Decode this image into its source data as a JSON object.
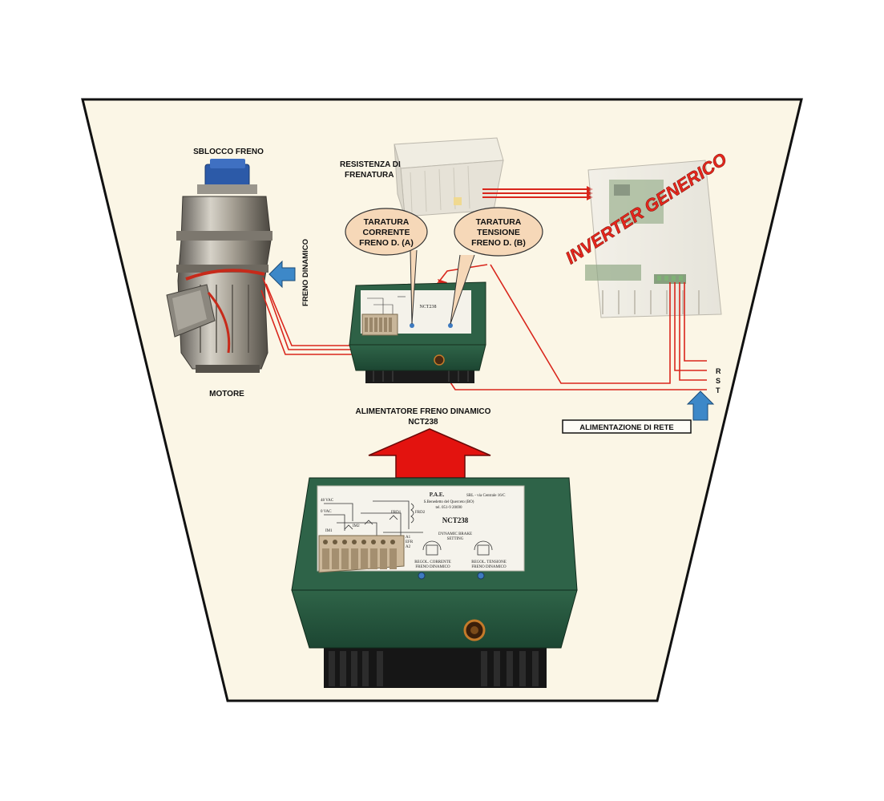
{
  "labels": {
    "brake_release": "SBLOCCO FRENO",
    "braking_resistor_1": "RESISTENZA DI",
    "braking_resistor_2": "FRENATURA",
    "motor": "MOTORE",
    "dynamic_brake_vertical": "FRENO DINAMICO",
    "inverter": "INVERTER GENERICO",
    "power_supply_1": "ALIMENTATORE FRENO DINAMICO",
    "power_supply_2": "NCT238",
    "mains_supply": "ALIMENTAZIONE DI RETE",
    "phase_r": "R",
    "phase_s": "S",
    "phase_t": "T"
  },
  "bubbles": {
    "current_1": "TARATURA",
    "current_2": "CORRENTE",
    "current_3": "FRENO D. (A)",
    "voltage_1": "TARATURA",
    "voltage_2": "TENSIONE",
    "voltage_3": "FRENO D. (B)"
  },
  "plate": {
    "company": "P.A.E.",
    "company_line": "SRL - via Centrale 16/C",
    "address": "S.Benedetto del Querceto (BO)",
    "phone": "tel. 051-9 20690",
    "model": "NCT238",
    "vac48": "48 VAC",
    "vac0": "0 VAC",
    "im1": "IM1",
    "im2": "IM2",
    "frd1": "FRD1",
    "frd2": "FRD2",
    "a1": "A1",
    "efr": "EFR",
    "a2": "A2",
    "setting_1": "DYNAMIC BRAKE",
    "setting_2": "SETTING",
    "current_label_1": "REGOL. CORRENTE",
    "current_label_2": "FRENO DINAMICO",
    "voltage_label_1": "REGOL. TENSIONE",
    "voltage_label_2": "FRENO DINAMICO"
  },
  "colors": {
    "panel_bg": "#fbf6e6",
    "wire_red": "#d9261c",
    "arrow_blue": "#3d88c8",
    "arrow_red": "#e3130f",
    "bubble_fill": "#f6d8b8",
    "case_green": "#24533c"
  }
}
